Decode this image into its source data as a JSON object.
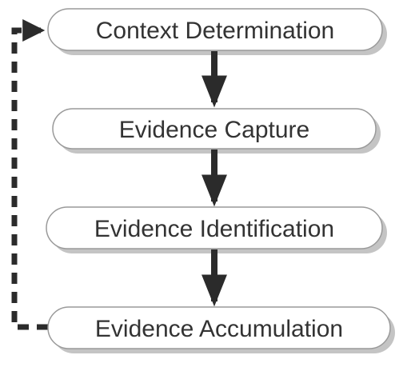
{
  "diagram": {
    "nodes": [
      {
        "id": "context-determination",
        "label": "Context Determination"
      },
      {
        "id": "evidence-capture",
        "label": "Evidence Capture"
      },
      {
        "id": "evidence-identification",
        "label": "Evidence Identification"
      },
      {
        "id": "evidence-accumulation",
        "label": "Evidence Accumulation"
      }
    ],
    "edges": [
      {
        "from": "context-determination",
        "to": "evidence-capture",
        "style": "solid"
      },
      {
        "from": "evidence-capture",
        "to": "evidence-identification",
        "style": "solid"
      },
      {
        "from": "evidence-identification",
        "to": "evidence-accumulation",
        "style": "solid"
      },
      {
        "from": "evidence-accumulation",
        "to": "context-determination",
        "style": "dashed"
      }
    ],
    "colors": {
      "node_fill": "#ffffff",
      "node_stroke": "#9a9a9a",
      "node_shadow": "#c4c4c4",
      "text": "#333333",
      "arrow": "#2b2b2b"
    }
  }
}
